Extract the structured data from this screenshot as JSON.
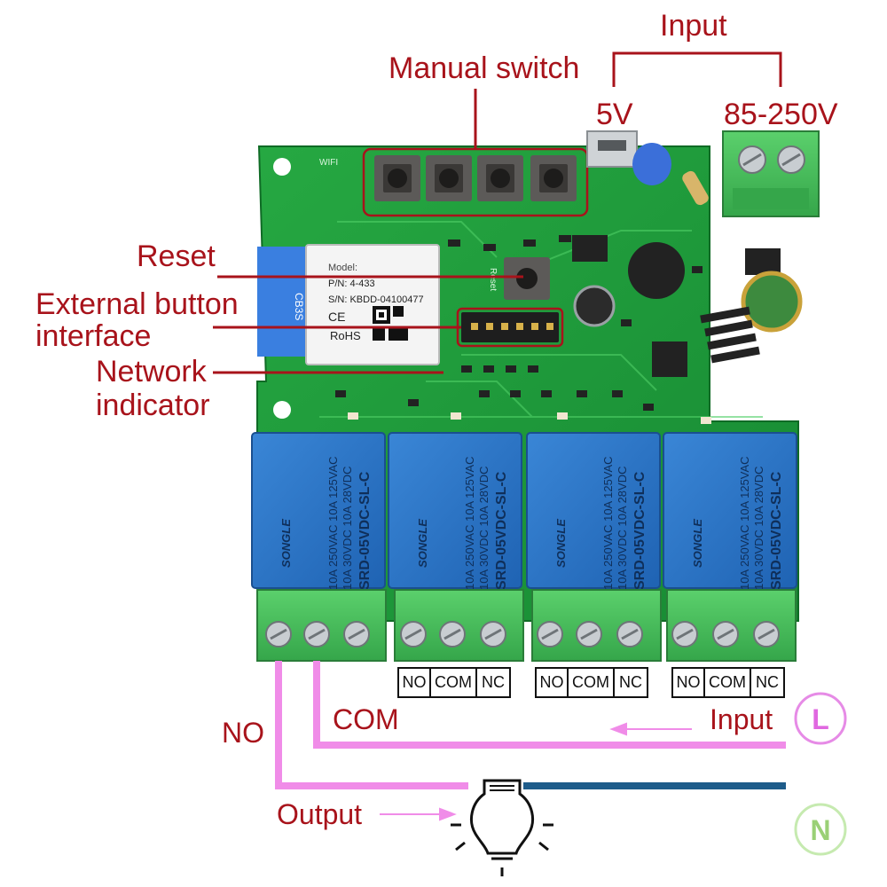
{
  "labels": {
    "input_top": "Input",
    "manual_switch": "Manual switch",
    "five_v": "5V",
    "ac_range": "85-250V",
    "reset": "Reset",
    "ext_button_1": "External button",
    "ext_button_2": "interface",
    "network_1": "Network",
    "network_2": "indicator",
    "no": "NO",
    "com": "COM",
    "input_bottom": "Input",
    "output": "Output",
    "line": "L",
    "neutral": "N"
  },
  "terminals": [
    [
      "NO",
      "COM",
      "NC"
    ],
    [
      "NO",
      "COM",
      "NC"
    ],
    [
      "NO",
      "COM",
      "NC"
    ]
  ],
  "module": {
    "model": "Model: ",
    "pn": "P/N: 4-433",
    "sn": "S/N: KBDD-04100477",
    "ce": "CE",
    "rohs": "RoHS",
    "side": "CB3S"
  },
  "board": {
    "silk_wifi": "WIFI",
    "silk_reset": "Reset"
  },
  "relays": [
    {
      "brand": "SONGLE",
      "spec1": "10A 250VAC  10A 125VAC",
      "spec2": "10A 30VDC  10A 28VDC",
      "model": "SRD-05VDC-SL-C"
    },
    {
      "brand": "SONGLE",
      "spec1": "10A 250VAC  10A 125VAC",
      "spec2": "10A 30VDC  10A 28VDC",
      "model": "SRD-05VDC-SL-C"
    },
    {
      "brand": "SONGLE",
      "spec1": "10A 250VAC  10A 125VAC",
      "spec2": "10A 30VDC  10A 28VDC",
      "model": "SRD-05VDC-SL-C"
    },
    {
      "brand": "SONGLE",
      "spec1": "10A 250VAC  10A 125VAC",
      "spec2": "10A 30VDC  10A 28VDC",
      "model": "SRD-05VDC-SL-C"
    }
  ],
  "colors": {
    "board": "#1f9a3a",
    "label_red": "#a8131b",
    "wire_pink": "#f08ce8",
    "wire_blue": "#1e5c8a",
    "relay_blue": "#2a73c6",
    "terminal_green": "#4cbf5e"
  }
}
